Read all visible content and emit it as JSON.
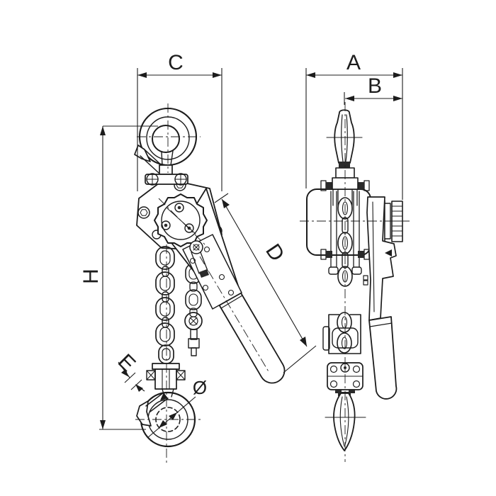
{
  "drawing": {
    "type": "technical-dimension-drawing",
    "subject": "lever chain hoist, front view and side view",
    "background_color": "#ffffff",
    "line_color": "#1c1c1c",
    "dimensions": {
      "front_width": {
        "label": "C"
      },
      "overall_height": {
        "label": "H"
      },
      "lever_length": {
        "label": "D"
      },
      "hook_opening": {
        "label": "E"
      },
      "hook_eye_diameter": {
        "label": "Ø"
      },
      "side_overall_width": {
        "label": "A"
      },
      "side_partial_width": {
        "label": "B"
      }
    }
  }
}
